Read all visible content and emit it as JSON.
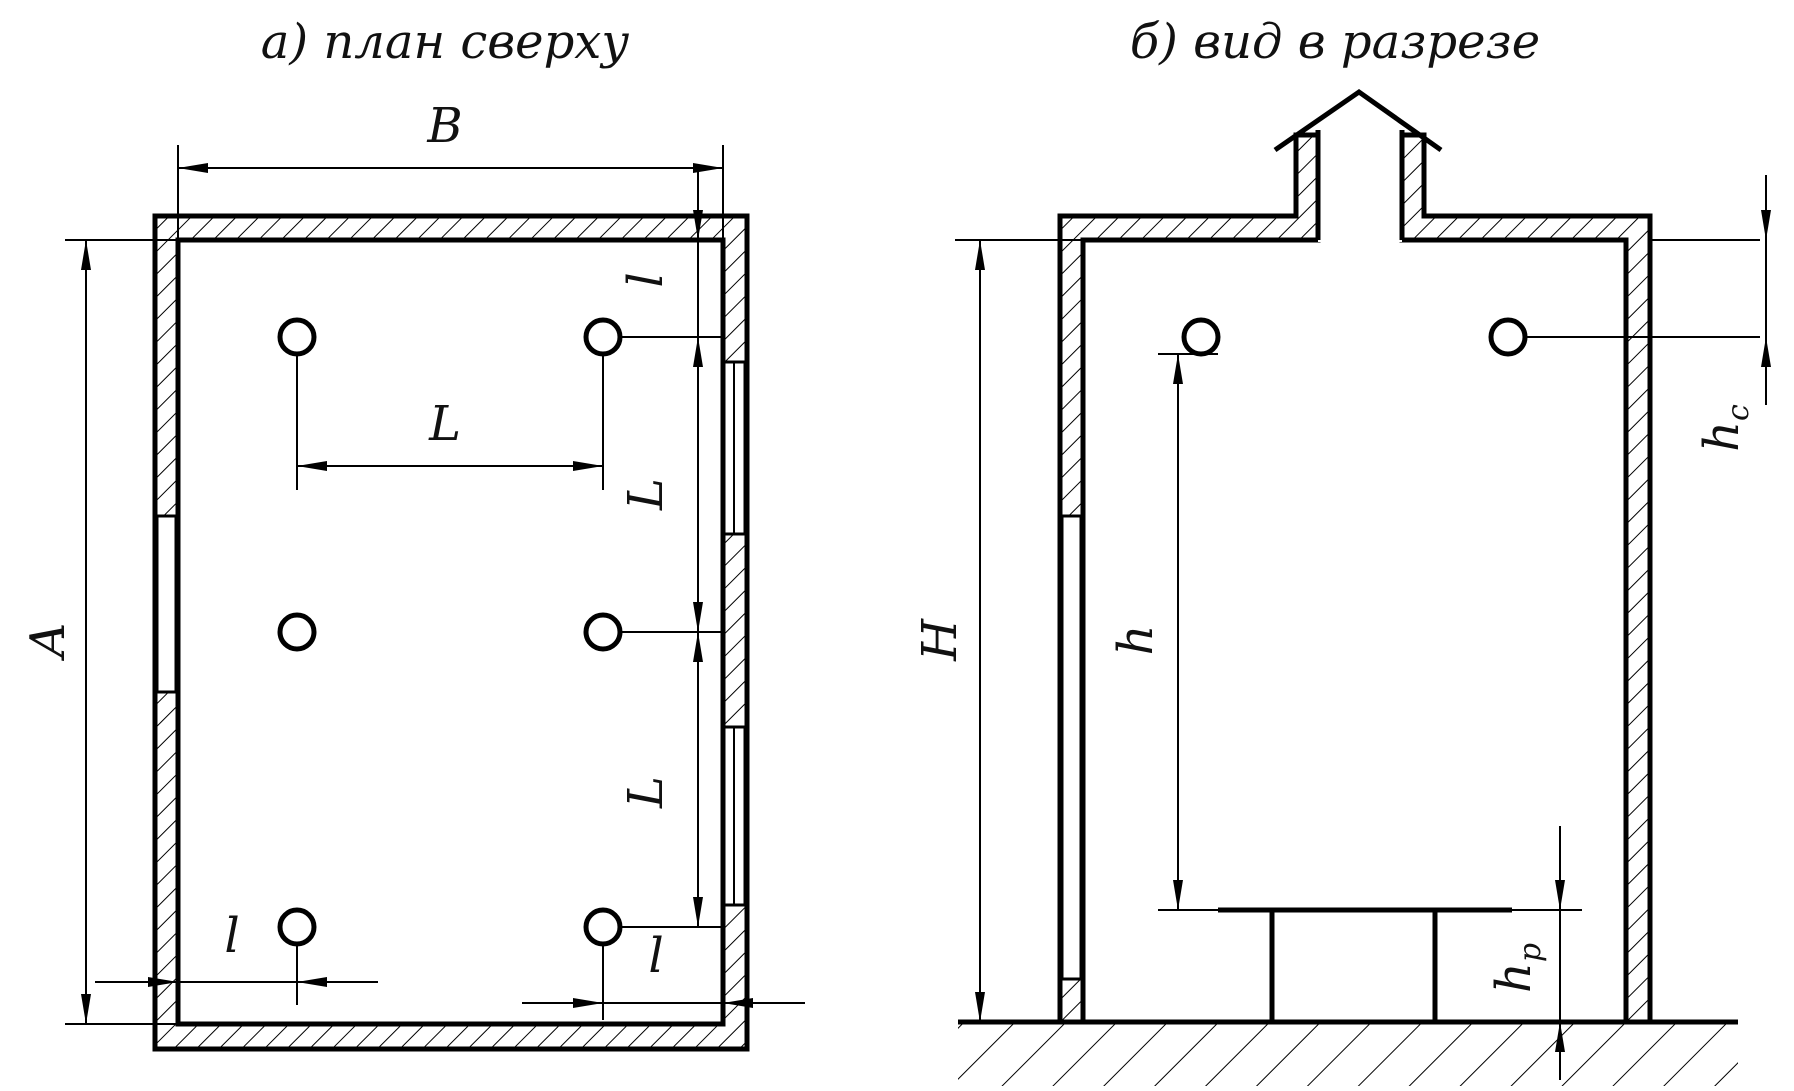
{
  "titles": {
    "plan": "а) план сверху",
    "section": "б) вид в разрезе"
  },
  "plan_labels": {
    "B": "B",
    "A": "A",
    "L_horizontal": "L",
    "L_vertical_top": "L",
    "L_vertical_bottom": "L",
    "l_top_right": "l",
    "l_bottom_left": "l",
    "l_bottom_right": "l"
  },
  "section_labels": {
    "H": "H",
    "h": "h",
    "hc_main": "h",
    "hc_sub": "c",
    "hp_main": "h",
    "hp_sub": "p"
  },
  "colors": {
    "line": "#000000",
    "background": "#ffffff"
  }
}
